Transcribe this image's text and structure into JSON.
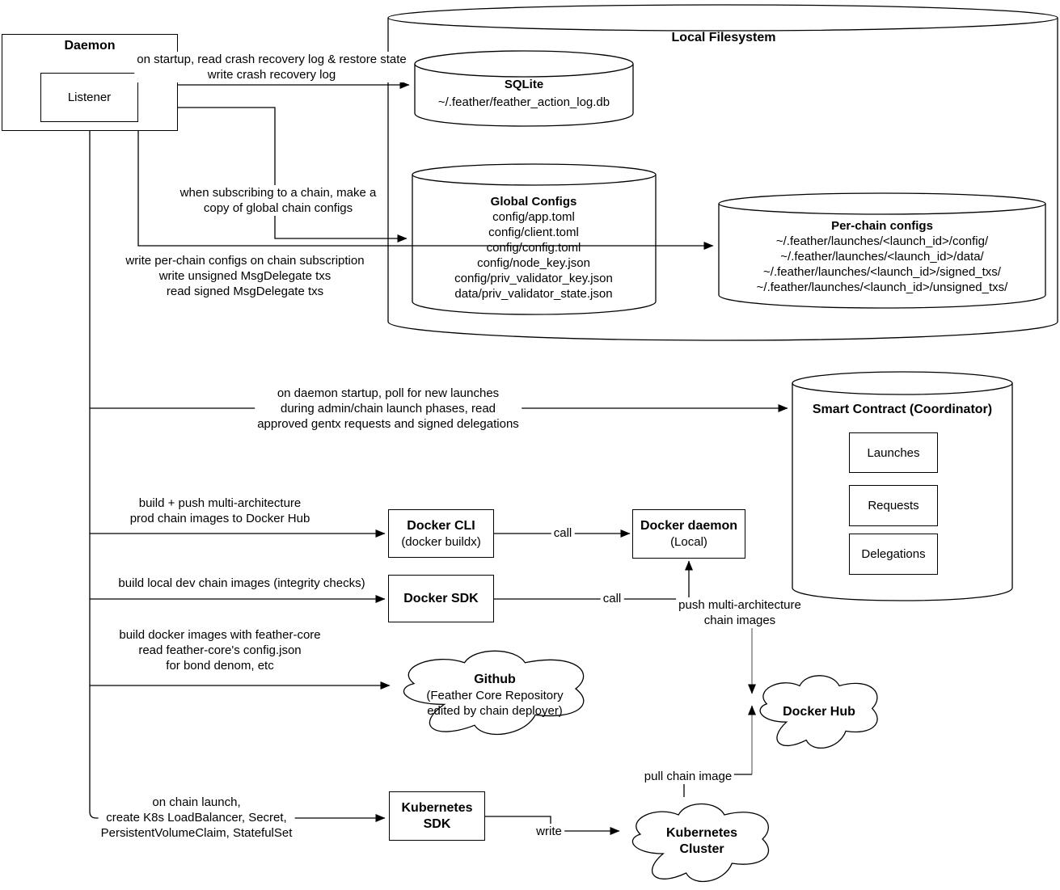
{
  "diagram": {
    "daemon": {
      "title": "Daemon",
      "listener": "Listener"
    },
    "local_filesystem": {
      "title": "Local Filesystem",
      "sqlite": {
        "title": "SQLite",
        "db_path": "~/.feather/feather_action_log.db"
      },
      "global_configs": {
        "title": "Global Configs",
        "files": [
          "config/app.toml",
          "config/client.toml",
          "config/config.toml",
          "config/node_key.json",
          "config/priv_validator_key.json",
          "data/priv_validator_state.json"
        ]
      },
      "per_chain_configs": {
        "title": "Per-chain configs",
        "paths": [
          "~/.feather/launches/<launch_id>/config/",
          "~/.feather/launches/<launch_id>/data/",
          "~/.feather/launches/<launch_id>/signed_txs/",
          "~/.feather/launches/<launch_id>/unsigned_txs/"
        ]
      }
    },
    "smart_contract": {
      "title": "Smart Contract (Coordinator)",
      "stores": [
        "Launches",
        "Requests",
        "Delegations"
      ]
    },
    "docker_cli": {
      "title": "Docker CLI",
      "subtitle": "(docker buildx)"
    },
    "docker_daemon": {
      "title": "Docker daemon",
      "subtitle": "(Local)"
    },
    "docker_sdk": {
      "title": "Docker SDK"
    },
    "kubernetes_sdk": {
      "title_line1": "Kubernetes",
      "title_line2": "SDK"
    },
    "github": {
      "title": "Github",
      "subtitle_line1": "(Feather Core Repository",
      "subtitle_line2": "edited by chain deployer)"
    },
    "docker_hub": {
      "title": "Docker Hub"
    },
    "kubernetes_cluster": {
      "title_line1": "Kubernetes",
      "title_line2": "Cluster"
    },
    "edge_labels": {
      "crash_recovery": [
        "on startup, read crash recovery log & restore state",
        "write crash recovery log"
      ],
      "subscribe_copy": [
        "when subscribing to a chain, make a",
        "copy of global chain configs"
      ],
      "per_chain_write": [
        "write per-chain configs on chain subscription",
        "write unsigned MsgDelegate txs",
        "read signed MsgDelegate txs"
      ],
      "poll_launches": [
        "on daemon startup, poll for new launches",
        "during admin/chain launch phases, read",
        "approved gentx requests and signed delegations"
      ],
      "build_push": [
        "build + push multi-architecture",
        "prod chain images to Docker Hub"
      ],
      "call_cli": "call",
      "build_local": "build local dev chain images (integrity checks)",
      "call_sdk": "call",
      "push_images": [
        "push multi-architecture",
        "chain images"
      ],
      "build_feather": [
        "build docker images with feather-core",
        "read feather-core's config.json",
        "for bond denom, etc"
      ],
      "pull_chain": "pull chain image",
      "chain_launch": [
        "on chain launch,",
        "create K8s LoadBalancer, Secret,",
        "PersistentVolumeClaim, StatefulSet"
      ],
      "write": "write"
    },
    "colors": {
      "stroke": "#000000",
      "muted_stroke": "#999999",
      "background": "#ffffff"
    }
  }
}
